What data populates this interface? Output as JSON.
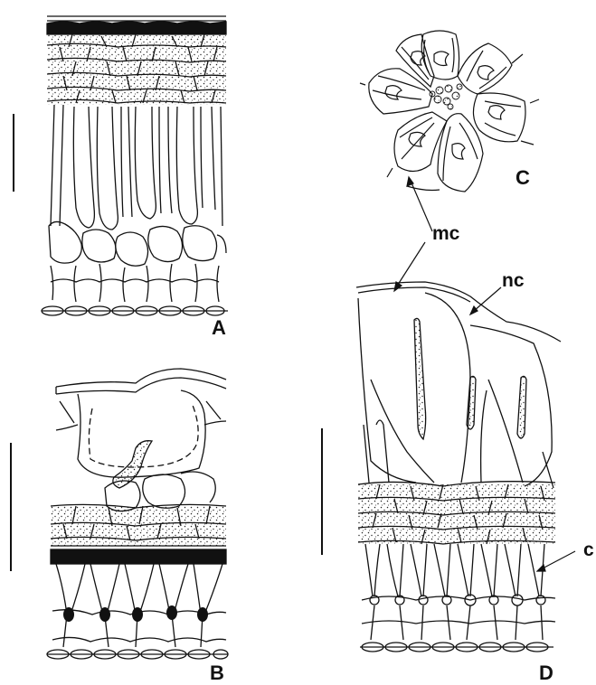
{
  "figure": {
    "panels": [
      {
        "id": "A",
        "label": "A"
      },
      {
        "id": "B",
        "label": "B"
      },
      {
        "id": "C",
        "label": "C"
      },
      {
        "id": "D",
        "label": "D"
      }
    ],
    "annotations": {
      "mc": "mc",
      "nc": "nc",
      "c": "c"
    },
    "colors": {
      "ink": "#111111",
      "paper": "#ffffff"
    }
  }
}
